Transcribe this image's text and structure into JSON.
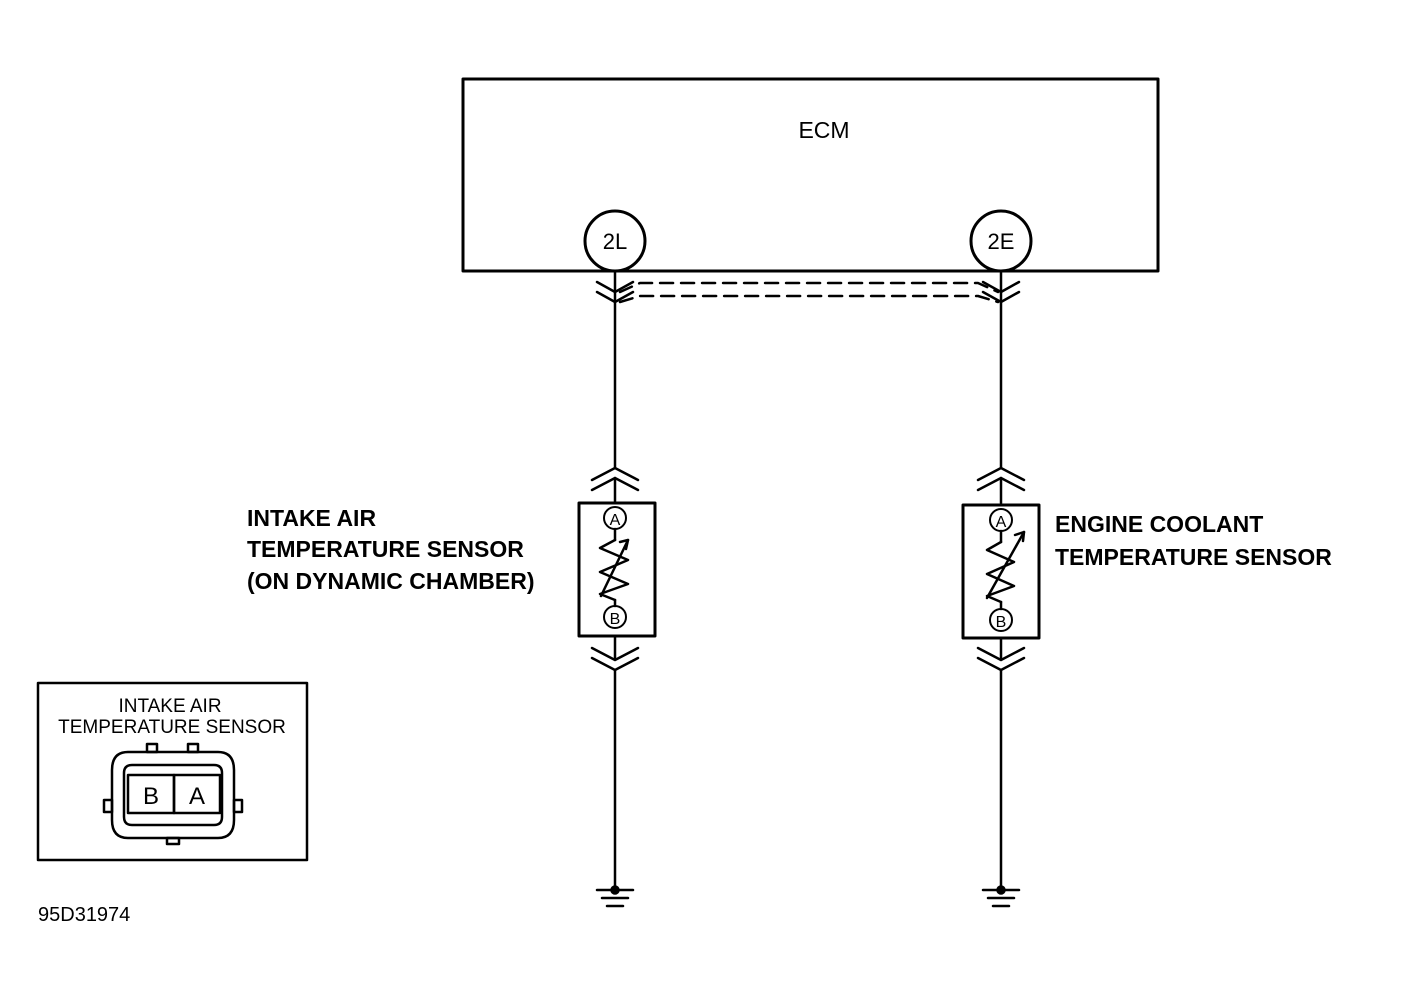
{
  "ecm": {
    "label": "ECM"
  },
  "terminals": {
    "left": "2L",
    "right": "2E"
  },
  "sensors": {
    "intake": {
      "line1": "INTAKE AIR",
      "line2": "TEMPERATURE SENSOR",
      "line3": "(ON DYNAMIC CHAMBER)",
      "pin_a": "A",
      "pin_b": "B"
    },
    "coolant": {
      "line1": "ENGINE COOLANT",
      "line2": "TEMPERATURE SENSOR",
      "pin_a": "A",
      "pin_b": "B"
    }
  },
  "connector_view": {
    "line1": "INTAKE AIR",
    "line2": "TEMPERATURE SENSOR",
    "pin_left": "B",
    "pin_right": "A"
  },
  "figure_id": "95D31974"
}
